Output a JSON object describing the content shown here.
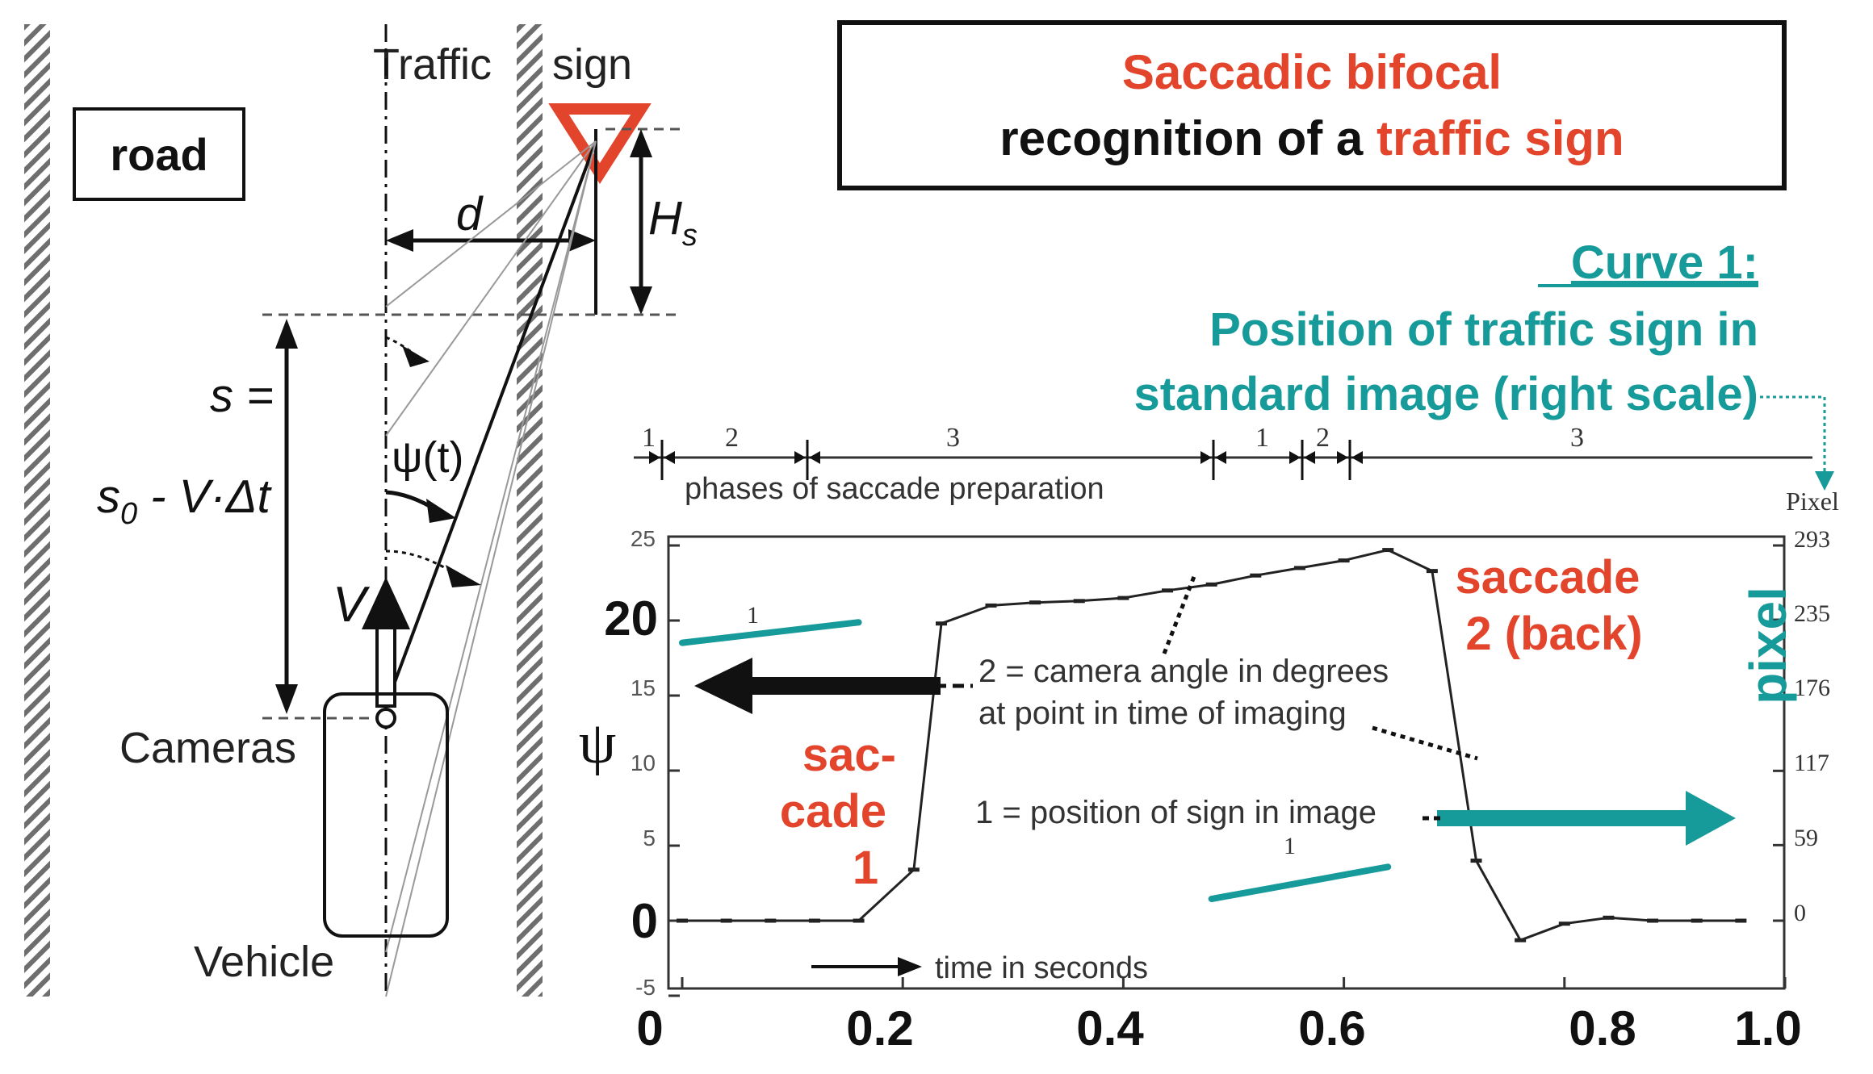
{
  "colors": {
    "red": "#e2452c",
    "teal": "#179a9a",
    "black": "#111111",
    "gray": "#555555"
  },
  "left": {
    "road_label": "road",
    "traffic_label": "Traffic",
    "sign_label": "sign",
    "d_label": "d",
    "hs_label": "H",
    "hs_sub": "s",
    "s_eq": "s =",
    "s0_main": "s",
    "s0_sub": "0",
    "s0_rest": " - V·Δt",
    "psi_t": "ψ(t)",
    "v_label": "V",
    "cameras_label": "Cameras",
    "vehicle_label": "Vehicle",
    "sign_icon": "yield-triangle-icon"
  },
  "title_box": {
    "line1": "Saccadic bifocal",
    "line2_a": "recognition of a ",
    "line2_b": "traffic sign"
  },
  "curve_note": {
    "heading": "Curve 1:",
    "line1": "Position of traffic sign in",
    "line2": "standard image (right scale)"
  },
  "phases": {
    "numbers": [
      "1",
      "2",
      "3",
      "1",
      "2",
      "3"
    ],
    "label": "phases of saccade preparation"
  },
  "chart": {
    "left_axis_small_ticks": [
      "25",
      "20",
      "15",
      "10",
      "5",
      "0",
      "-5"
    ],
    "left_axis_big_ticks": [
      "20",
      "0"
    ],
    "psi_label": "ψ",
    "right_axis_title": "Pixel",
    "right_axis_ticks": [
      "293",
      "235",
      "176",
      "117",
      "59",
      "0"
    ],
    "pixel_label": "pixel",
    "x_ticks": [
      "0",
      "0.2",
      "0.4",
      "0.6",
      "0.8",
      "1.0"
    ],
    "time_label": "time in seconds",
    "saccade1_lines": [
      "sac-",
      "cade",
      "1"
    ],
    "saccade2_lines": [
      "saccade",
      "2 (back)"
    ],
    "note2_line1": "2 = camera angle in degrees",
    "note2_line2": "at point in time of imaging",
    "note1": "1 = position of sign in image",
    "curve1_tag": "1"
  },
  "chart_data": {
    "type": "line",
    "xlabel": "time in seconds",
    "ylabel": "ψ",
    "y2label": "pixel",
    "xlim": [
      0,
      1.0
    ],
    "ylim": [
      -5,
      25
    ],
    "y2_ticks": [
      0,
      59,
      117,
      176,
      235,
      293
    ],
    "grid": false,
    "series": [
      {
        "name": "2 = camera angle in degrees at point in time of imaging",
        "axis": "left",
        "x": [
          0,
          0.04,
          0.08,
          0.12,
          0.16,
          0.21,
          0.235,
          0.28,
          0.32,
          0.36,
          0.4,
          0.44,
          0.48,
          0.52,
          0.56,
          0.6,
          0.64,
          0.68,
          0.72,
          0.76,
          0.8,
          0.84,
          0.88,
          0.92,
          0.96
        ],
        "y": [
          0,
          0,
          0,
          0,
          0,
          3.4,
          19.8,
          21,
          21.2,
          21.3,
          21.5,
          22,
          22.4,
          23,
          23.5,
          24,
          24.7,
          23.3,
          4,
          -1.3,
          -0.2,
          0.2,
          0,
          0,
          0
        ]
      },
      {
        "name": "1 = position of sign in image",
        "axis": "right",
        "segments": [
          {
            "x": [
              0,
              0.16
            ],
            "y": [
              217,
              233
            ]
          },
          {
            "x": [
              0.48,
              0.64
            ],
            "y": [
              17,
              42
            ]
          }
        ]
      }
    ]
  }
}
